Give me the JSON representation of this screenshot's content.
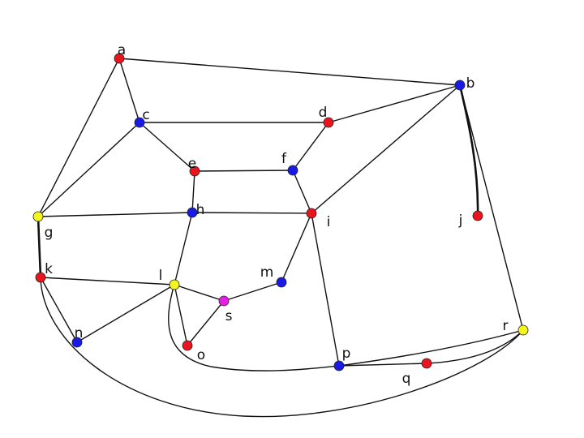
{
  "graph": {
    "nodes": [
      {
        "id": "a",
        "label": "a",
        "color": "#e8141e"
      },
      {
        "id": "b",
        "label": "b",
        "color": "#1a1ae6"
      },
      {
        "id": "c",
        "label": "c",
        "color": "#1a1ae6"
      },
      {
        "id": "d",
        "label": "d",
        "color": "#e8141e"
      },
      {
        "id": "e",
        "label": "e",
        "color": "#e8141e"
      },
      {
        "id": "f",
        "label": "f",
        "color": "#1a1ae6"
      },
      {
        "id": "g",
        "label": "g",
        "color": "#f5f51e"
      },
      {
        "id": "h",
        "label": "h",
        "color": "#1a1ae6"
      },
      {
        "id": "i",
        "label": "i",
        "color": "#e8141e"
      },
      {
        "id": "j",
        "label": "j",
        "color": "#e8141e"
      },
      {
        "id": "k",
        "label": "k",
        "color": "#e8141e"
      },
      {
        "id": "l",
        "label": "l",
        "color": "#f5f51e"
      },
      {
        "id": "m",
        "label": "m",
        "color": "#1a1ae6"
      },
      {
        "id": "n",
        "label": "n",
        "color": "#1a1ae6"
      },
      {
        "id": "o",
        "label": "o",
        "color": "#e8141e"
      },
      {
        "id": "p",
        "label": "p",
        "color": "#1a1ae6"
      },
      {
        "id": "q",
        "label": "q",
        "color": "#e8141e"
      },
      {
        "id": "r",
        "label": "r",
        "color": "#f5f51e"
      },
      {
        "id": "s",
        "label": "s",
        "color": "#e61ee6"
      }
    ],
    "edges": [
      [
        "a",
        "b"
      ],
      [
        "a",
        "c"
      ],
      [
        "a",
        "g"
      ],
      [
        "c",
        "d"
      ],
      [
        "c",
        "e"
      ],
      [
        "c",
        "g"
      ],
      [
        "d",
        "b"
      ],
      [
        "d",
        "f"
      ],
      [
        "b",
        "i"
      ],
      [
        "b",
        "j"
      ],
      [
        "b",
        "r"
      ],
      [
        "e",
        "f"
      ],
      [
        "e",
        "h"
      ],
      [
        "f",
        "i"
      ],
      [
        "g",
        "h"
      ],
      [
        "h",
        "i"
      ],
      [
        "g",
        "k"
      ],
      [
        "h",
        "l"
      ],
      [
        "i",
        "m"
      ],
      [
        "i",
        "p"
      ],
      [
        "k",
        "l"
      ],
      [
        "k",
        "n"
      ],
      [
        "k",
        "r"
      ],
      [
        "l",
        "n"
      ],
      [
        "l",
        "o"
      ],
      [
        "l",
        "s"
      ],
      [
        "l",
        "p"
      ],
      [
        "s",
        "m"
      ],
      [
        "s",
        "o"
      ],
      [
        "p",
        "q"
      ],
      [
        "p",
        "r"
      ],
      [
        "q",
        "r"
      ]
    ]
  }
}
